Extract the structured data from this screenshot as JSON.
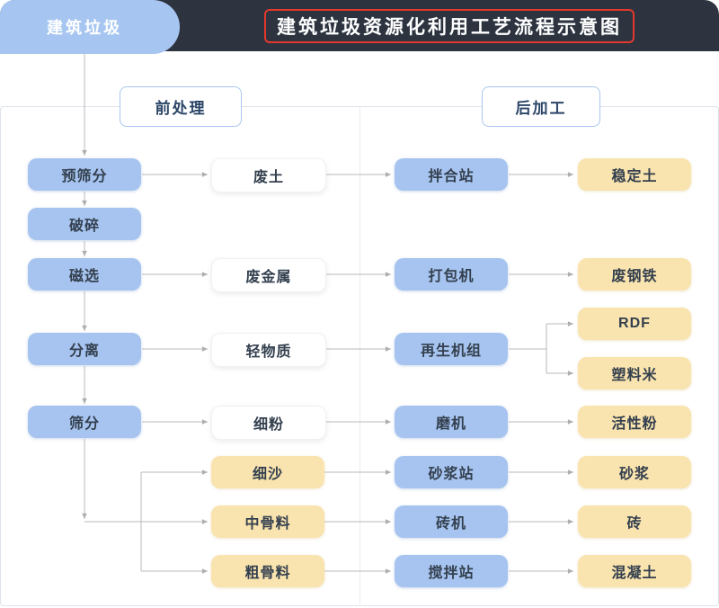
{
  "header": {
    "tab": "建筑垃圾",
    "title": "建筑垃圾资源化利用工艺流程示意图"
  },
  "sections": {
    "pre": {
      "label": "前处理"
    },
    "post": {
      "label": "后加工"
    }
  },
  "nodes": [
    {
      "label": "预筛分",
      "type": "process"
    },
    {
      "label": "破碎",
      "type": "process"
    },
    {
      "label": "磁选",
      "type": "process"
    },
    {
      "label": "分离",
      "type": "process"
    },
    {
      "label": "筛分",
      "type": "process"
    },
    {
      "label": "废土",
      "type": "intermediate"
    },
    {
      "label": "废金属",
      "type": "intermediate"
    },
    {
      "label": "轻物质",
      "type": "intermediate"
    },
    {
      "label": "细粉",
      "type": "intermediate"
    },
    {
      "label": "细沙",
      "type": "material"
    },
    {
      "label": "中骨料",
      "type": "material"
    },
    {
      "label": "粗骨料",
      "type": "material"
    },
    {
      "label": "拌合站",
      "type": "equipment"
    },
    {
      "label": "打包机",
      "type": "equipment"
    },
    {
      "label": "再生机组",
      "type": "equipment"
    },
    {
      "label": "磨机",
      "type": "equipment"
    },
    {
      "label": "砂浆站",
      "type": "equipment"
    },
    {
      "label": "砖机",
      "type": "equipment"
    },
    {
      "label": "搅拌站",
      "type": "equipment"
    },
    {
      "label": "稳定土",
      "type": "product"
    },
    {
      "label": "废钢铁",
      "type": "product"
    },
    {
      "label": "RDF",
      "type": "product"
    },
    {
      "label": "塑料米",
      "type": "product"
    },
    {
      "label": "活性粉",
      "type": "product"
    },
    {
      "label": "砂浆",
      "type": "product"
    },
    {
      "label": "砖",
      "type": "product"
    },
    {
      "label": "混凝土",
      "type": "product"
    }
  ],
  "edges": [
    [
      "建筑垃圾",
      "预筛分"
    ],
    [
      "预筛分",
      "废土"
    ],
    [
      "预筛分",
      "破碎"
    ],
    [
      "破碎",
      "磁选"
    ],
    [
      "磁选",
      "废金属"
    ],
    [
      "磁选",
      "分离"
    ],
    [
      "分离",
      "轻物质"
    ],
    [
      "分离",
      "筛分"
    ],
    [
      "筛分",
      "细粉"
    ],
    [
      "筛分",
      "细沙"
    ],
    [
      "筛分",
      "中骨料"
    ],
    [
      "筛分",
      "粗骨料"
    ],
    [
      "废土",
      "拌合站"
    ],
    [
      "拌合站",
      "稳定土"
    ],
    [
      "废金属",
      "打包机"
    ],
    [
      "打包机",
      "废钢铁"
    ],
    [
      "轻物质",
      "再生机组"
    ],
    [
      "再生机组",
      "RDF"
    ],
    [
      "再生机组",
      "塑料米"
    ],
    [
      "细粉",
      "磨机"
    ],
    [
      "磨机",
      "活性粉"
    ],
    [
      "细沙",
      "砂浆站"
    ],
    [
      "砂浆站",
      "砂浆"
    ],
    [
      "中骨料",
      "砖机"
    ],
    [
      "砖机",
      "砖"
    ],
    [
      "粗骨料",
      "搅拌站"
    ],
    [
      "搅拌站",
      "混凝土"
    ]
  ],
  "colors": {
    "header_bg": "#2d3440",
    "tab_bg": "#a6c6f1",
    "process_blue": "#a6c4ef",
    "product_yellow": "#f9e3ae",
    "intermediate_white": "#ffffff",
    "title_highlight_red": "#e4382c",
    "connector_gray": "#b9b9b9",
    "label_navy": "#2c4668"
  }
}
